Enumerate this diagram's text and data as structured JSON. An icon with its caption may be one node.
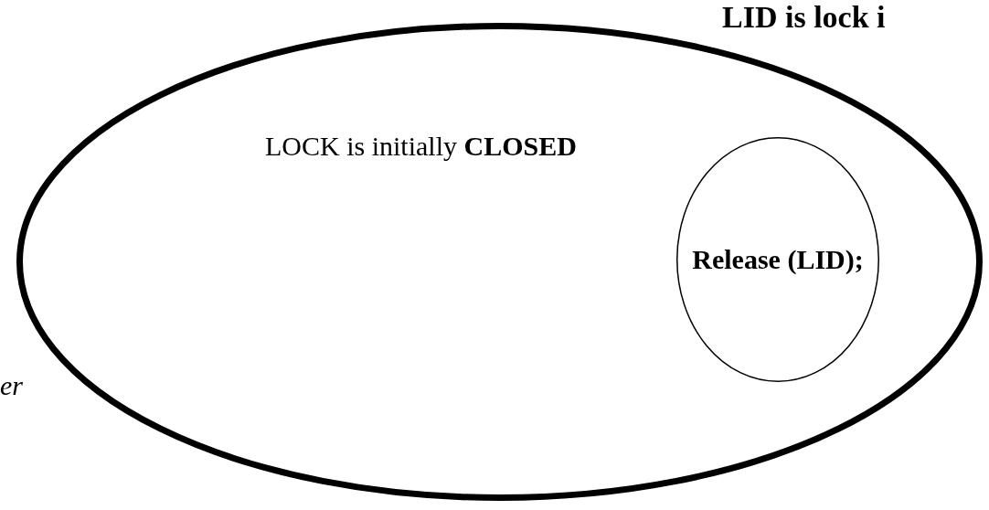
{
  "diagram": {
    "title": "LID is lock i",
    "nodes": [
      {
        "text": [
          "LOCK is initially **CLOSED**"
        ]
      },
      {
        "text": [
          "Release (LID);"
        ],
        "in": 0
      }
    ],
    "labels": [
      "er"
    ]
  }
}
